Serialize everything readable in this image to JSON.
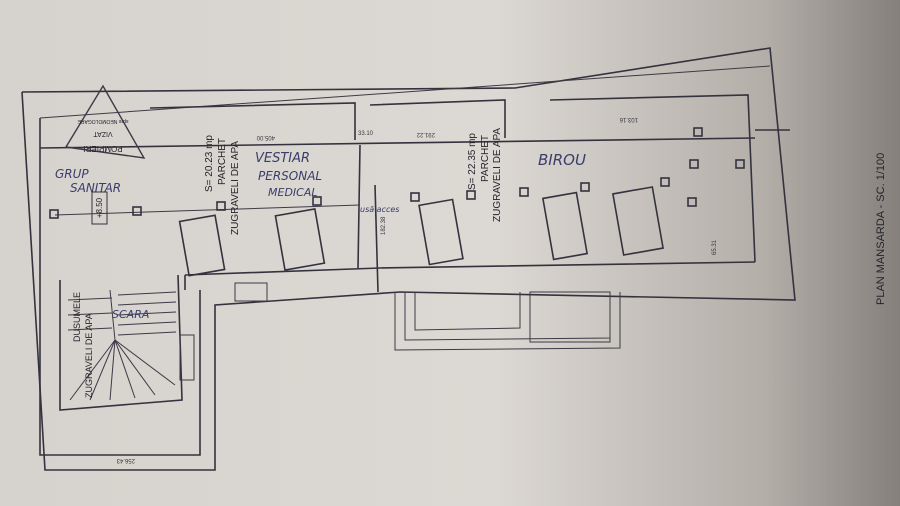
{
  "plan": {
    "title": "PLAN MANSARDA - SC. 1/100",
    "stamp": {
      "line1": "POMPIERI",
      "line2": "VIZAT",
      "line3": "spre NEOMOLOGARE"
    },
    "rooms": {
      "grup_sanitar": {
        "line1": "GRUP",
        "line2": "SANITAR"
      },
      "vestiar": {
        "line1": "VESTIAR",
        "line2": "PERSONAL",
        "line3": "MEDICAL",
        "area": "S= 20.23 mp",
        "floor": "PARCHET",
        "walls": "ZUGRAVELI DE APA"
      },
      "birou": {
        "name": "BIROU",
        "area": "S= 22.35 mp",
        "floor": "PARCHET",
        "walls": "ZUGRAVELI DE APA"
      },
      "scara": {
        "name": "SCARA",
        "floor": "DUSUMELE",
        "walls": "ZUGRAVELI DE APA"
      }
    },
    "level": "+8.50",
    "door_note": "usă acces",
    "dimensions": [
      "405.00",
      "291.22",
      "103.16",
      "182.38",
      "65.31",
      "256.43",
      "33.10"
    ],
    "colors": {
      "paper": "#d9d5cf",
      "lines": "#34323e",
      "handwriting": "#3a3d6a"
    }
  }
}
